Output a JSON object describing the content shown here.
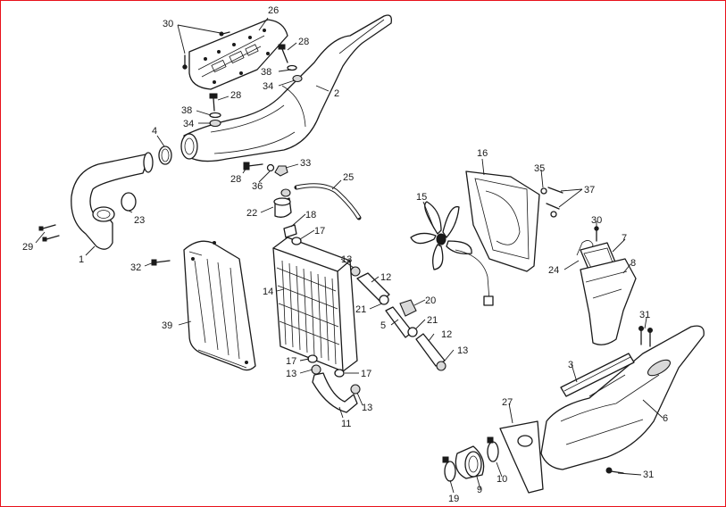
{
  "diagram": {
    "callouts": [
      {
        "id": "c30a",
        "text": "30"
      },
      {
        "id": "c26",
        "text": "26"
      },
      {
        "id": "c28a",
        "text": "28"
      },
      {
        "id": "c38a",
        "text": "38"
      },
      {
        "id": "c34a",
        "text": "34"
      },
      {
        "id": "c2",
        "text": "2"
      },
      {
        "id": "c28b",
        "text": "28"
      },
      {
        "id": "c38b",
        "text": "38"
      },
      {
        "id": "c34b",
        "text": "34"
      },
      {
        "id": "c4",
        "text": "4"
      },
      {
        "id": "c33",
        "text": "33"
      },
      {
        "id": "c28c",
        "text": "28"
      },
      {
        "id": "c36",
        "text": "36"
      },
      {
        "id": "c25",
        "text": "25"
      },
      {
        "id": "c23",
        "text": "23"
      },
      {
        "id": "c29",
        "text": "29"
      },
      {
        "id": "c1",
        "text": "1"
      },
      {
        "id": "c22",
        "text": "22"
      },
      {
        "id": "c18",
        "text": "18"
      },
      {
        "id": "c17a",
        "text": "17"
      },
      {
        "id": "c32",
        "text": "32"
      },
      {
        "id": "c13a",
        "text": "13"
      },
      {
        "id": "c12a",
        "text": "12"
      },
      {
        "id": "c14",
        "text": "14"
      },
      {
        "id": "c21a",
        "text": "21"
      },
      {
        "id": "c39",
        "text": "39"
      },
      {
        "id": "c17b",
        "text": "17"
      },
      {
        "id": "c13b",
        "text": "13"
      },
      {
        "id": "c17c",
        "text": "17"
      },
      {
        "id": "c13c",
        "text": "13"
      },
      {
        "id": "c11",
        "text": "11"
      },
      {
        "id": "c15",
        "text": "15"
      },
      {
        "id": "c16",
        "text": "16"
      },
      {
        "id": "c20",
        "text": "20"
      },
      {
        "id": "c5",
        "text": "5"
      },
      {
        "id": "c21b",
        "text": "21"
      },
      {
        "id": "c12b",
        "text": "12"
      },
      {
        "id": "c13d",
        "text": "13"
      },
      {
        "id": "c35",
        "text": "35"
      },
      {
        "id": "c37",
        "text": "37"
      },
      {
        "id": "c30b",
        "text": "30"
      },
      {
        "id": "c24",
        "text": "24"
      },
      {
        "id": "c7",
        "text": "7"
      },
      {
        "id": "c8",
        "text": "8"
      },
      {
        "id": "c31a",
        "text": "31"
      },
      {
        "id": "c3",
        "text": "3"
      },
      {
        "id": "c6",
        "text": "6"
      },
      {
        "id": "c27",
        "text": "27"
      },
      {
        "id": "c31b",
        "text": "31"
      },
      {
        "id": "c19",
        "text": "19"
      },
      {
        "id": "c9",
        "text": "9"
      },
      {
        "id": "c10",
        "text": "10"
      }
    ]
  },
  "colors": {
    "frame": "#e8101a",
    "ink": "#1a1a1a",
    "fill": "#ffffff",
    "shade": "#d9d9d9"
  }
}
